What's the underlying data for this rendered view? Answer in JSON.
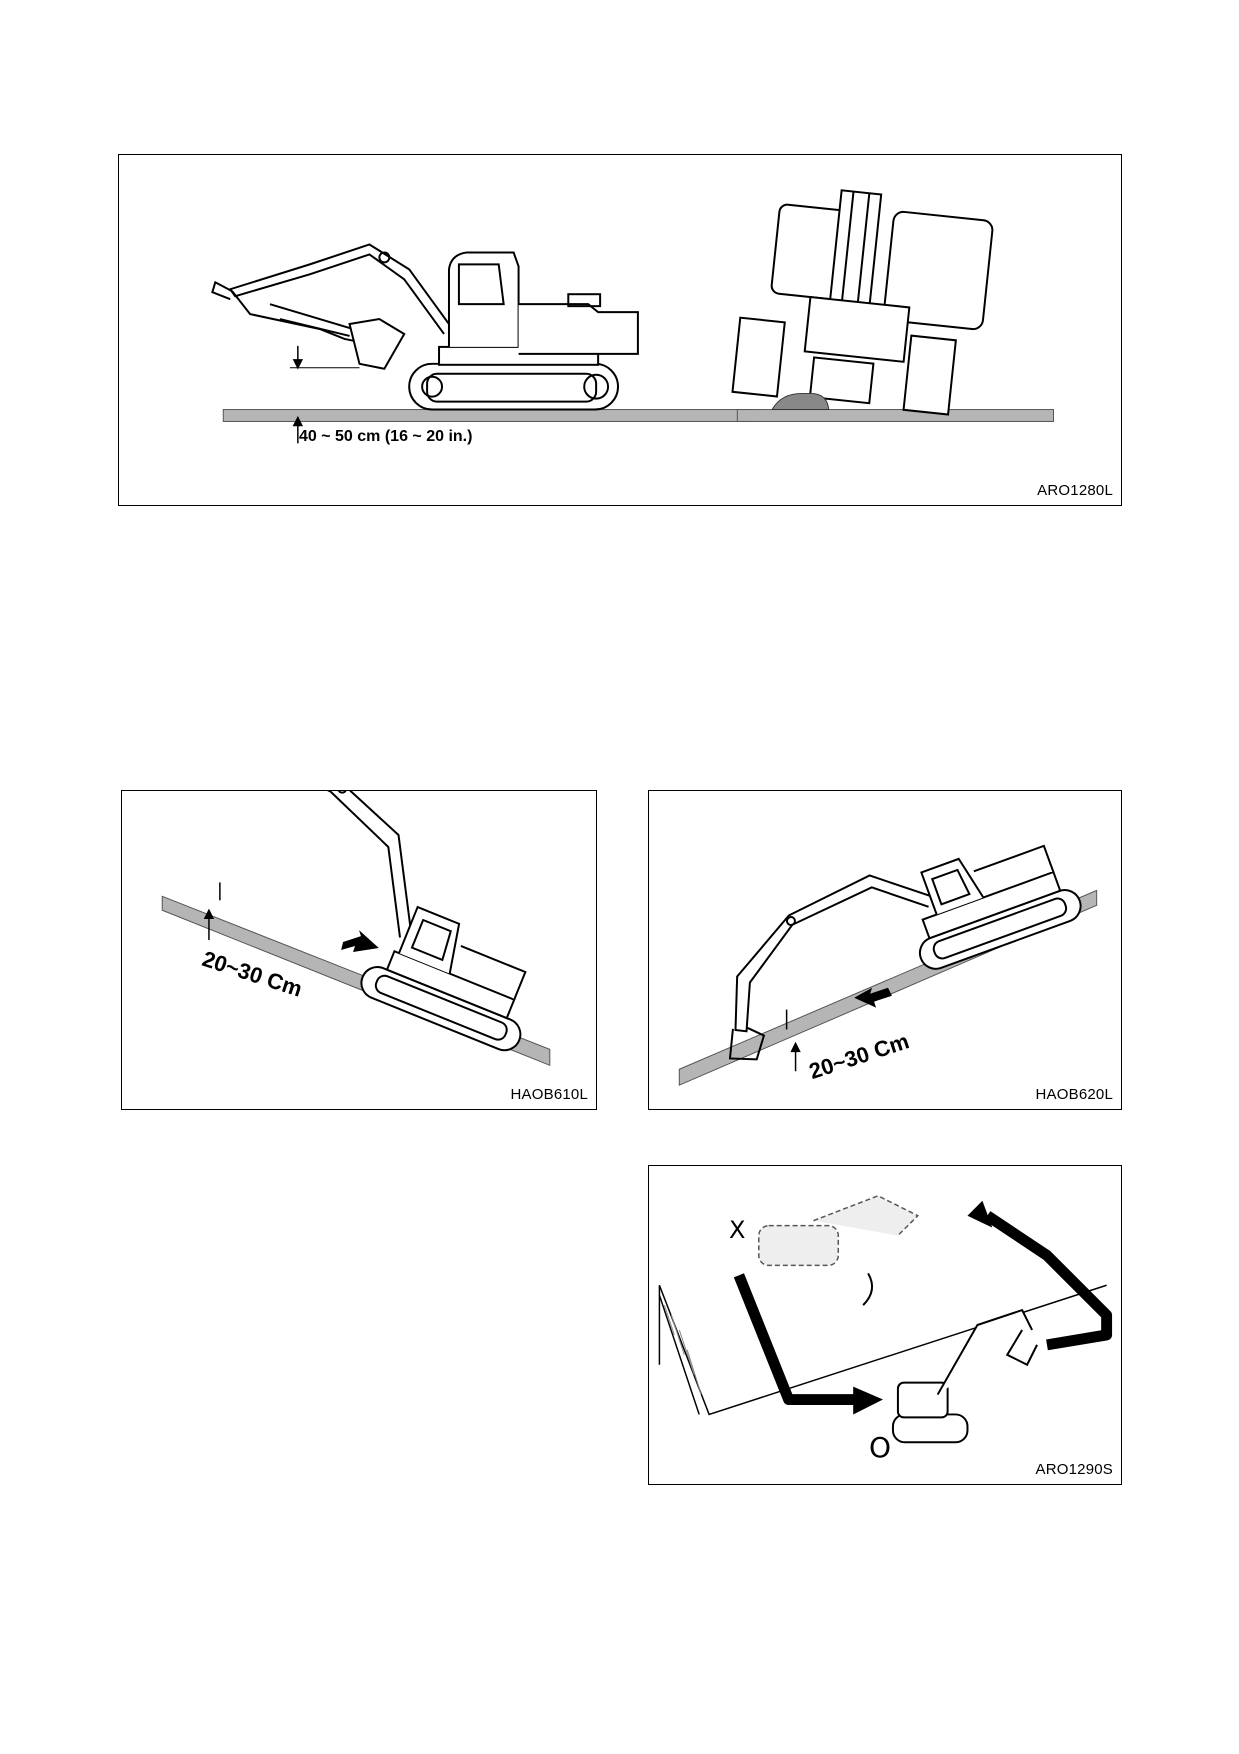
{
  "figures": {
    "travel_flat": {
      "code": "ARO1280L",
      "dimension_label": "40 ~ 50 cm (16 ~ 20 in.)"
    },
    "slope_down_left": {
      "code": "HAOB610L",
      "dimension_label": "20~30 Cm"
    },
    "slope_down_right": {
      "code": "HAOB620L",
      "dimension_label": "20~30 Cm"
    },
    "turning_on_slope": {
      "code": "ARO1290S",
      "wrong_mark": "X",
      "correct_mark": "O"
    }
  }
}
